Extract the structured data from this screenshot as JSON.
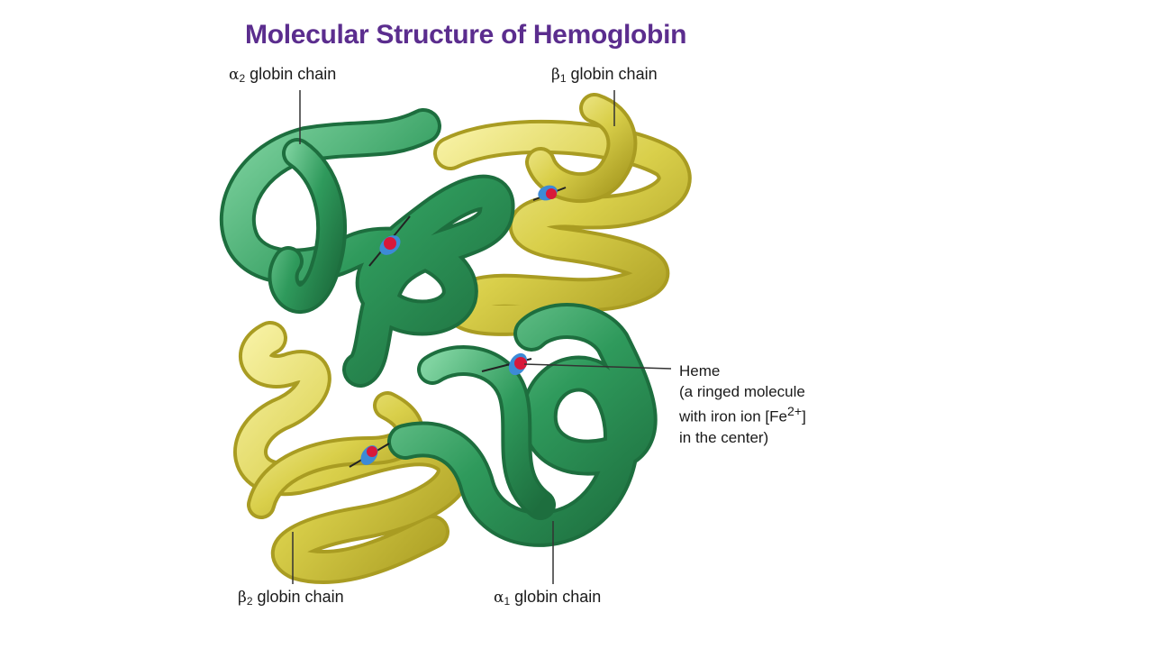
{
  "title": "Molecular Structure of Hemoglobin",
  "labels": {
    "alpha2": {
      "greek": "α",
      "sub": "2",
      "text": " globin chain"
    },
    "beta1": {
      "greek": "β",
      "sub": "1",
      "text": " globin chain"
    },
    "beta2": {
      "greek": "β",
      "sub": "2",
      "text": " globin chain"
    },
    "alpha1": {
      "greek": "α",
      "sub": "1",
      "text": " globin chain"
    }
  },
  "heme": {
    "line1": "Heme",
    "line2": "(a ringed molecule",
    "line3_pre": "with iron ion [Fe",
    "line3_sup": "2+",
    "line3_post": "]",
    "line4": "in the center)"
  },
  "colors": {
    "title": "#5b2d8e",
    "green_chain": "#2f9a5c",
    "yellow_chain": "#d9cf4a",
    "heme_red": "#d8183a",
    "heme_blue": "#3d8ad6"
  }
}
